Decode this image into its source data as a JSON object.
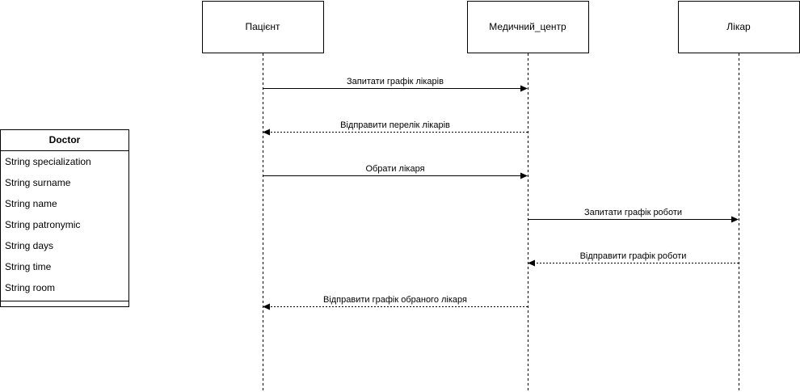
{
  "actors": [
    {
      "id": "patient",
      "label": "Пацієнт"
    },
    {
      "id": "center",
      "label": "Медичний_центр"
    },
    {
      "id": "doctor",
      "label": "Лікар"
    }
  ],
  "messages": [
    {
      "from": "patient",
      "to": "center",
      "label": "Запитати графік лікарів",
      "style": "solid"
    },
    {
      "from": "center",
      "to": "patient",
      "label": "Відправити перелік лікарів",
      "style": "dashed"
    },
    {
      "from": "patient",
      "to": "center",
      "label": "Обрати лікаря",
      "style": "solid"
    },
    {
      "from": "center",
      "to": "doctor",
      "label": "Запитати графік роботи",
      "style": "solid"
    },
    {
      "from": "doctor",
      "to": "center",
      "label": "Відправити графік роботи",
      "style": "dashed"
    },
    {
      "from": "center",
      "to": "patient",
      "label": "Відправити графік обраного лікаря",
      "style": "dashed"
    }
  ],
  "class_box": {
    "title": "Doctor",
    "attributes": [
      "String specialization",
      "String surname",
      "String name",
      "String patronymic",
      "String days",
      "String time",
      "String room"
    ]
  }
}
